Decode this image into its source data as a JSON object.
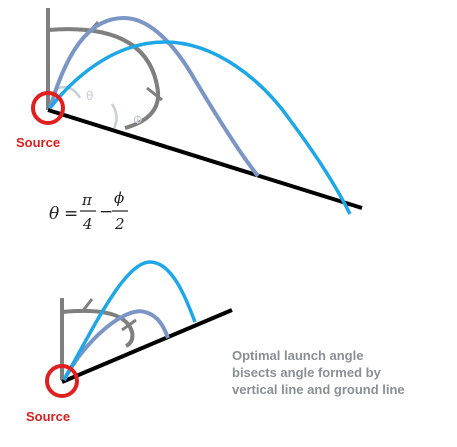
{
  "diagram": {
    "top": {
      "source_label": "Source",
      "theta_label": "θ",
      "phi_label": "Φ"
    },
    "formula": {
      "lhs": "θ",
      "equals": "=",
      "pi": "π",
      "four": "4",
      "minus": "−",
      "phi": "ϕ",
      "two": "2"
    },
    "bottom": {
      "source_label": "Source",
      "caption_lines": [
        "Optimal launch angle",
        "bisects angle formed by",
        "vertical line and ground line"
      ]
    },
    "colors": {
      "ground": "#000000",
      "source_circle": "#e02020",
      "axis_gray": "#7f7f7f",
      "trajectory_slate": "#7b95c4",
      "trajectory_blue": "#1ea7e6"
    }
  }
}
